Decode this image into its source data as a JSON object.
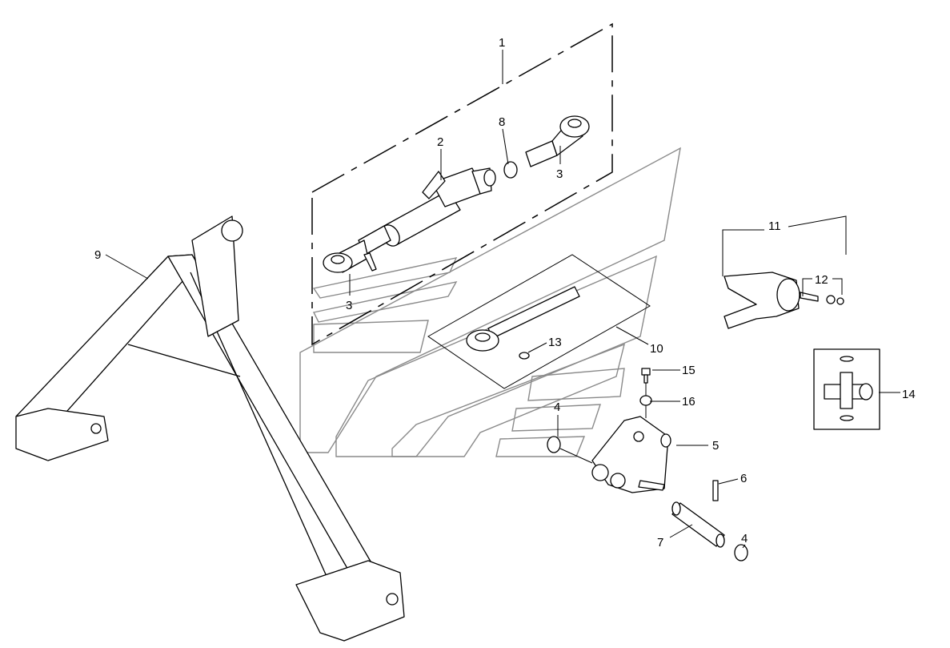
{
  "title": "Top link and hitch frame parts diagram",
  "callouts": {
    "c1": "1",
    "c2": "2",
    "c3a": "3",
    "c3b": "3",
    "c4a": "4",
    "c4b": "4",
    "c5": "5",
    "c6": "6",
    "c7": "7",
    "c8": "8",
    "c9": "9",
    "c10": "10",
    "c11": "11",
    "c12": "12",
    "c13": "13",
    "c14": "14",
    "c15": "15",
    "c16": "16"
  },
  "colors": {
    "line": "#000000",
    "watermark": "#8a8a8a",
    "background": "#ffffff"
  }
}
